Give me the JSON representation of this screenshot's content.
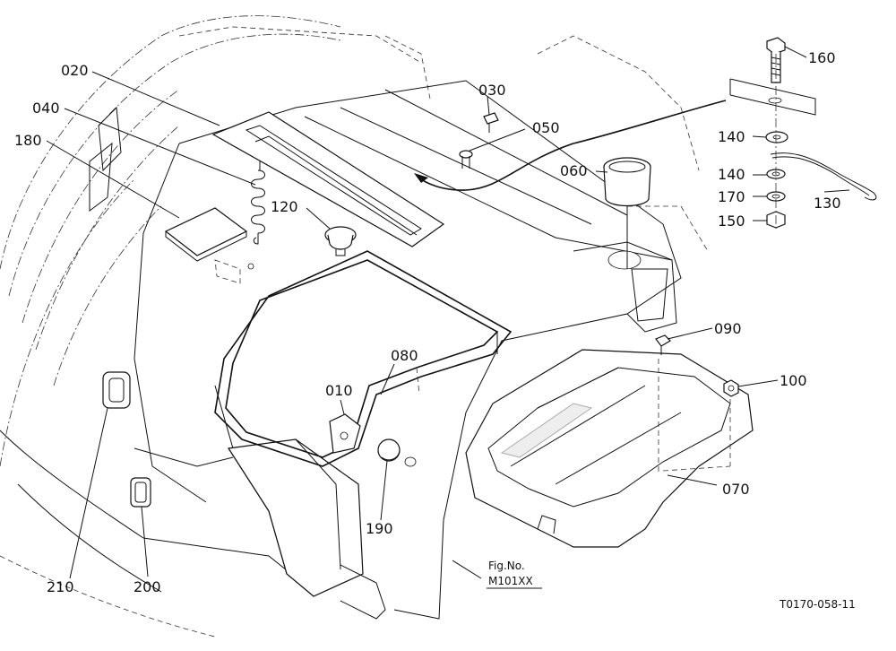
{
  "part_labels": {
    "p010": "010",
    "p020": "020",
    "p030": "030",
    "p040": "040",
    "p050": "050",
    "p060": "060",
    "p070": "070",
    "p080": "080",
    "p090": "090",
    "p100": "100",
    "p120": "120",
    "p130": "130",
    "p140a": "140",
    "p140b": "140",
    "p150": "150",
    "p160": "160",
    "p170": "170",
    "p180": "180",
    "p190": "190",
    "p200": "200",
    "p210": "210"
  },
  "fig_ref": {
    "line1": "Fig.No.",
    "line2": "M101XX"
  },
  "drawing_code": "T0170-058-11"
}
